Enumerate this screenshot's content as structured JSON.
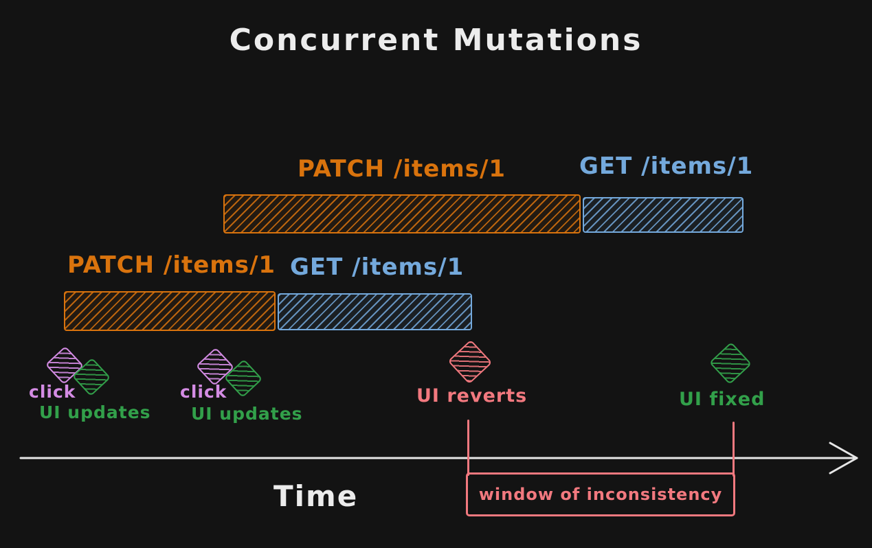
{
  "title": "Concurrent Mutations",
  "colors": {
    "background": "#131313",
    "text_white": "#ececec",
    "orange": "#d9730d",
    "blue": "#74a9dc",
    "purple": "#d48ce4",
    "green": "#32a04a",
    "pink": "#f2797f"
  },
  "rows": [
    {
      "patch_label": "PATCH /items/1",
      "get_label": "GET /items/1"
    },
    {
      "patch_label": "PATCH /items/1",
      "get_label": "GET /items/1"
    }
  ],
  "events": {
    "pair1_click": "click",
    "pair1_updates": "UI updates",
    "pair2_click": "click",
    "pair2_updates": "UI updates",
    "ui_reverts": "UI reverts",
    "ui_fixed": "UI fixed"
  },
  "axis": {
    "label": "Time"
  },
  "window": {
    "label": "window of inconsistency"
  }
}
